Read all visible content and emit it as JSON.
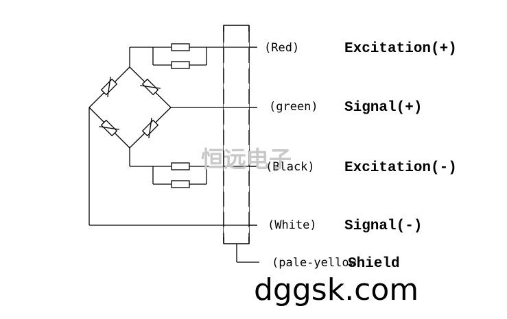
{
  "wires": [
    {
      "color": "(Red)",
      "signal": "Excitation(+)"
    },
    {
      "color": "(green)",
      "signal": "Signal(+)"
    },
    {
      "color": "(Black)",
      "signal": "Excitation(-)"
    },
    {
      "color": "(White)",
      "signal": "Signal(-)"
    },
    {
      "color": "(pale-yellow",
      "signal": "Shield"
    }
  ],
  "watermark": "恒远电子",
  "site": "dggsk.com"
}
